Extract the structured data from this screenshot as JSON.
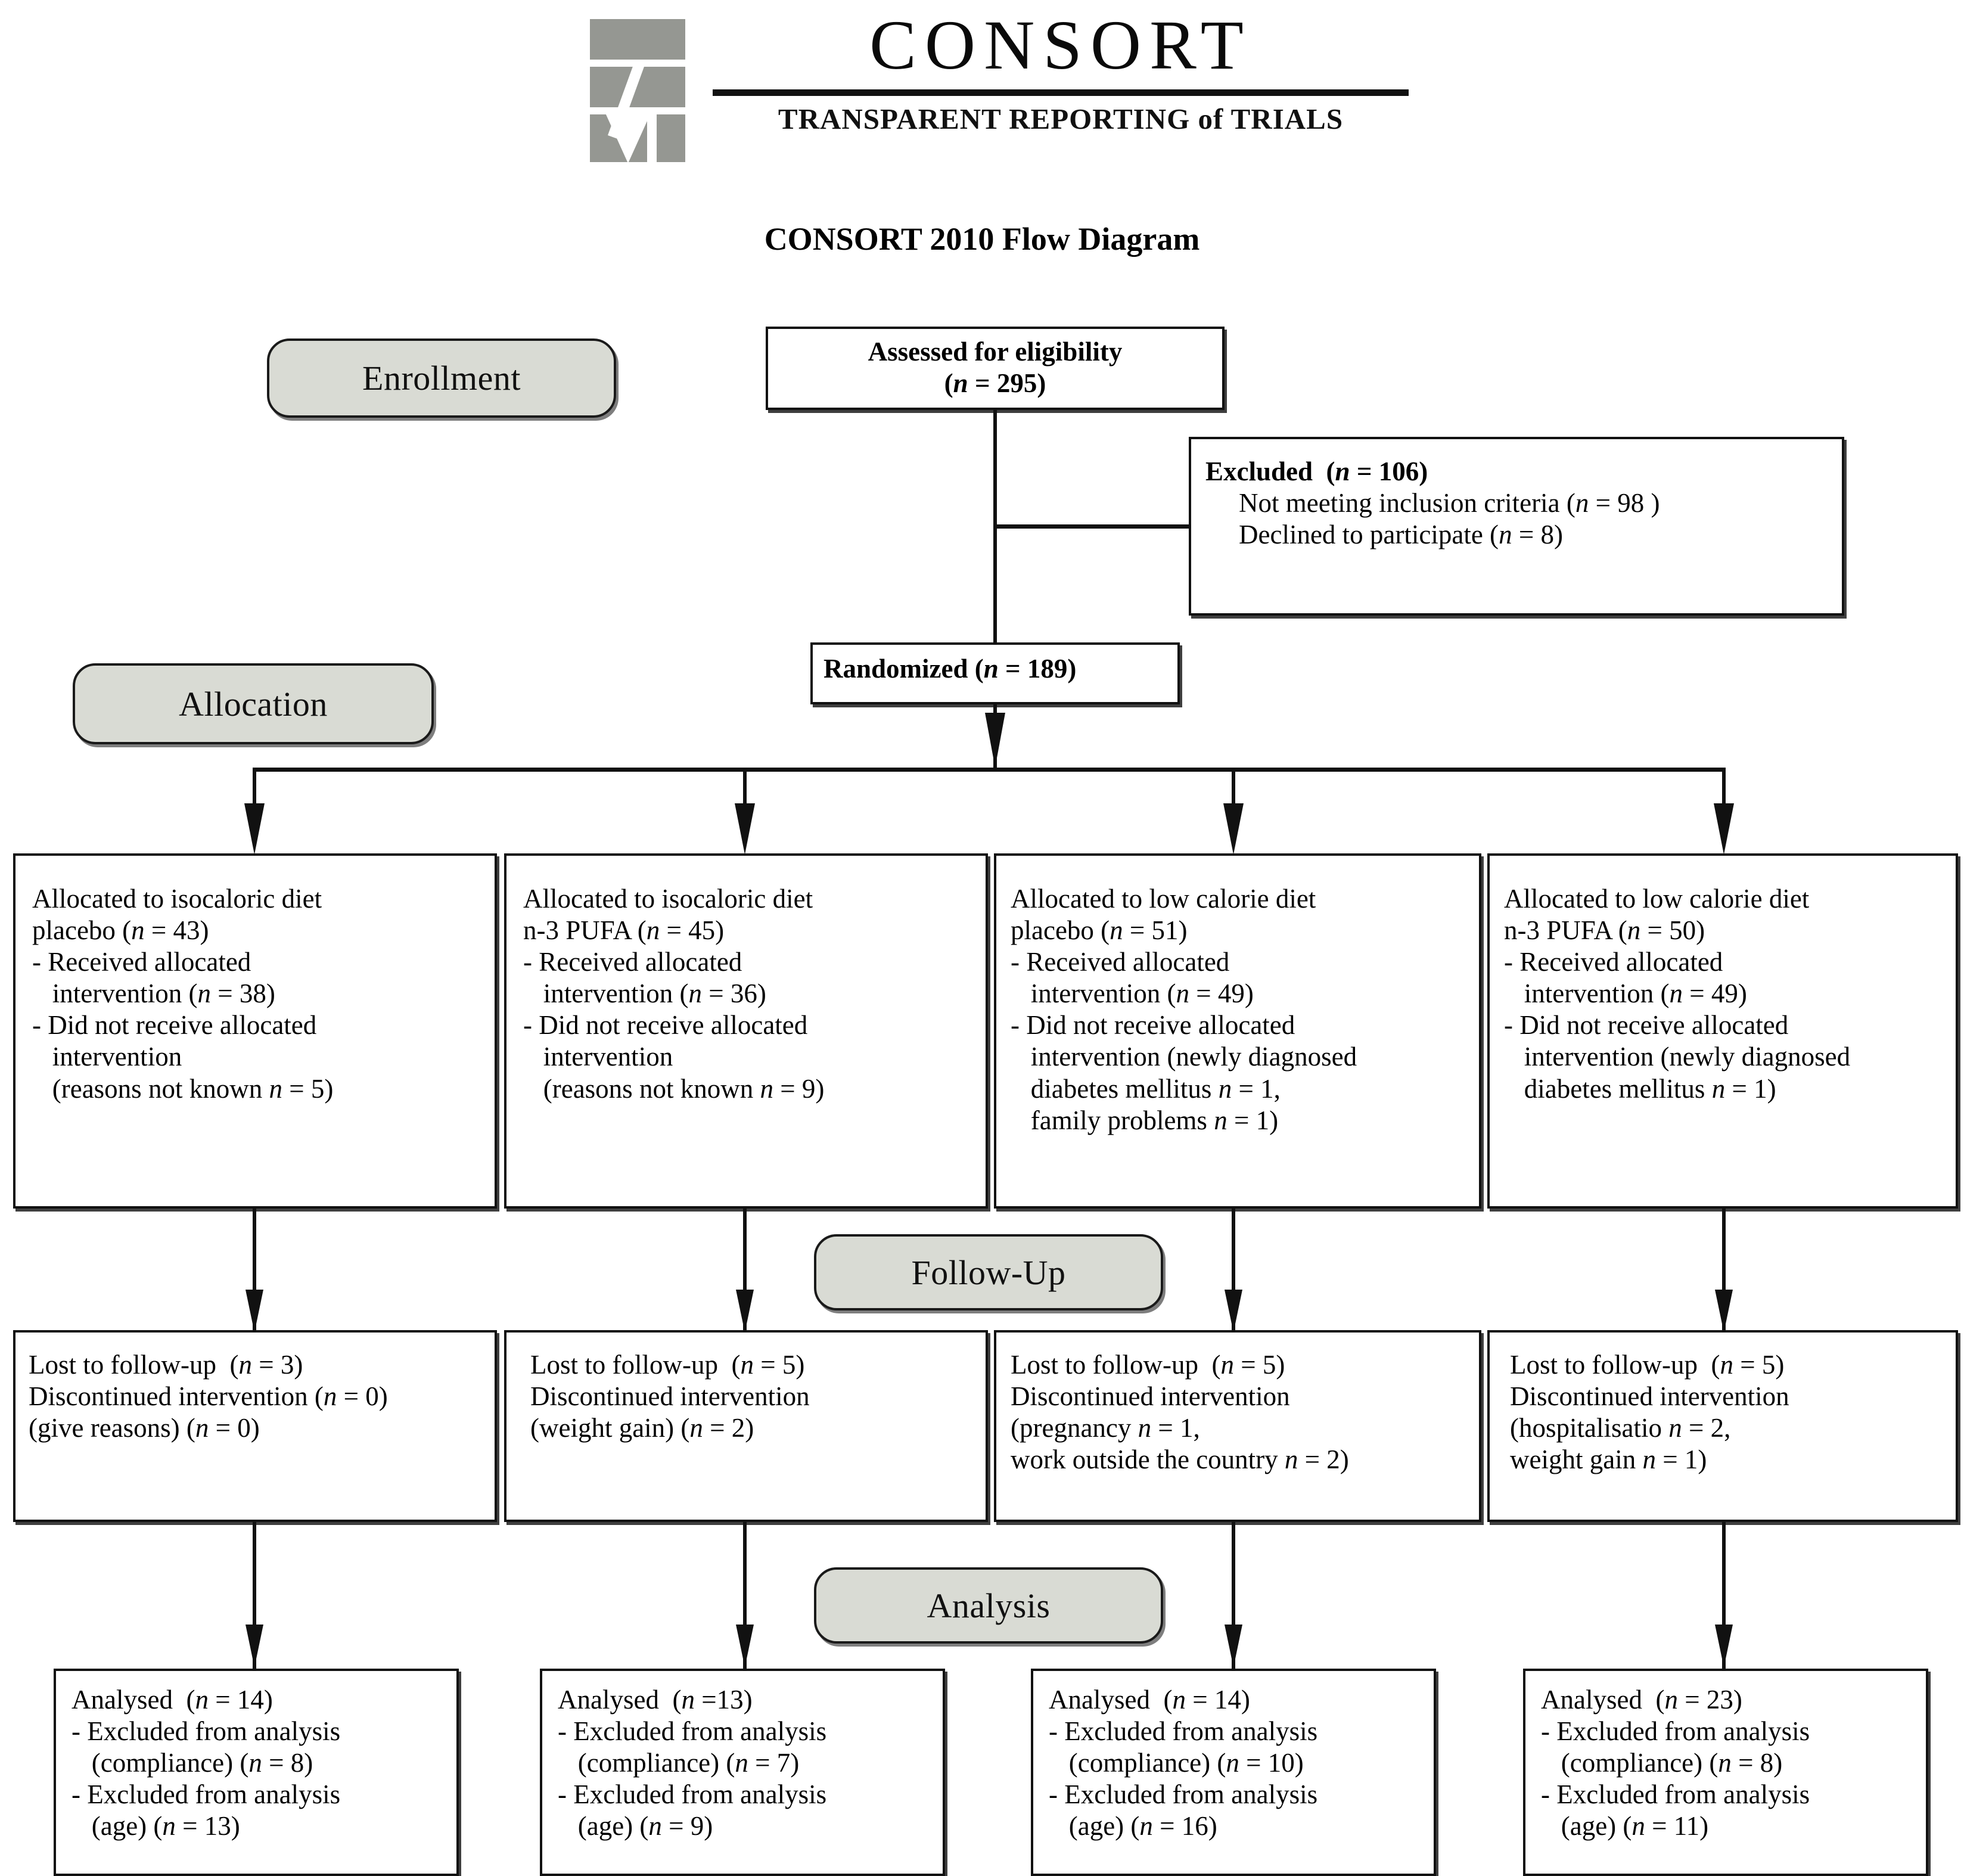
{
  "logo": {
    "title": "CONSORT",
    "subtitle": "TRANSPARENT REPORTING of TRIALS",
    "mark_color": "#959792"
  },
  "diagram": {
    "title": "CONSORT 2010 Flow Diagram",
    "phases": {
      "enrollment": "Enrollment",
      "allocation": "Allocation",
      "followup": "Follow-Up",
      "analysis": "Analysis"
    }
  },
  "enrollment": {
    "assessed": {
      "line1": "Assessed for eligibility",
      "line2": "(n = 295)",
      "n": 295
    },
    "excluded": {
      "line1": "Excluded  (n = 106)",
      "line2": "Not meeting inclusion criteria (n = 98 )",
      "line3": "Declined to participate (n = 8)",
      "n_total": 106,
      "n_not_meeting": 98,
      "n_declined": 8
    },
    "randomized": {
      "line1": "Randomized (n = 189)",
      "n": 189
    }
  },
  "allocation": [
    {
      "line1": "Allocated to isocaloric diet",
      "line2": "placebo (n = 43)",
      "line3": "- Received allocated",
      "line4": "   intervention (n = 38)",
      "line5": "- Did not receive allocated",
      "line6": "   intervention",
      "line7": "   (reasons not known n = 5)",
      "n_allocated": 43,
      "n_received": 38,
      "n_not_received": 5
    },
    {
      "line1": "Allocated to isocaloric diet",
      "line2": "n-3 PUFA (n = 45)",
      "line3": "- Received allocated",
      "line4": "   intervention (n = 36)",
      "line5": "- Did not receive allocated",
      "line6": "   intervention",
      "line7": "   (reasons not known n = 9)",
      "n_allocated": 45,
      "n_received": 36,
      "n_not_received": 9
    },
    {
      "line1": "Allocated to low calorie diet",
      "line2": "placebo (n = 51)",
      "line3": "- Received allocated",
      "line4": "   intervention (n = 49)",
      "line5": "- Did not receive allocated",
      "line6": "   intervention (newly diagnosed",
      "line7": "   diabetes mellitus n = 1,",
      "line8": "   family problems n = 1)",
      "n_allocated": 51,
      "n_received": 49,
      "n_diabetes": 1,
      "n_family": 1
    },
    {
      "line1": "Allocated to low calorie diet",
      "line2": "n-3 PUFA (n = 50)",
      "line3": "- Received allocated",
      "line4": "   intervention (n = 49)",
      "line5": "- Did not receive allocated",
      "line6": "   intervention (newly diagnosed",
      "line7": "   diabetes mellitus n = 1)",
      "n_allocated": 50,
      "n_received": 49,
      "n_diabetes": 1
    }
  ],
  "followup": [
    {
      "line1": "Lost to follow-up  (n = 3)",
      "line2": "Discontinued intervention (n = 0)",
      "line3": "(give reasons) (n = 0)",
      "n_lost": 3,
      "n_discontinued": 0
    },
    {
      "line1": "Lost to follow-up  (n = 5)",
      "line2": "Discontinued intervention",
      "line3": "(weight gain) (n = 2)",
      "n_lost": 5,
      "n_weight_gain": 2
    },
    {
      "line1": "Lost to follow-up  (n = 5)",
      "line2": "Discontinued intervention",
      "line3": "(pregnancy n = 1,",
      "line4": "work outside the country n = 2)",
      "n_lost": 5,
      "n_pregnancy": 1,
      "n_work_abroad": 2
    },
    {
      "line1": "Lost to follow-up  (n = 5)",
      "line2": "Discontinued intervention",
      "line3": "(hospitalisatio n = 2,",
      "line4": "weight gain n = 1)",
      "n_lost": 5,
      "n_hospitalisation": 2,
      "n_weight_gain": 1
    }
  ],
  "analysis": [
    {
      "line1": "Analysed  (n = 14)",
      "line2": "- Excluded from analysis",
      "line3": "   (compliance) (n = 8)",
      "line4": "- Excluded from analysis",
      "line5": "   (age) (n = 13)",
      "n_analysed": 14,
      "n_excl_compliance": 8,
      "n_excl_age": 13
    },
    {
      "line1": "Analysed  (n =13)",
      "line2": "- Excluded from analysis",
      "line3": "   (compliance) (n = 7)",
      "line4": "- Excluded from analysis",
      "line5": "   (age) (n = 9)",
      "n_analysed": 13,
      "n_excl_compliance": 7,
      "n_excl_age": 9
    },
    {
      "line1": "Analysed  (n = 14)",
      "line2": "- Excluded from analysis",
      "line3": "   (compliance) (n = 10)",
      "line4": "- Excluded from analysis",
      "line5": "   (age) (n = 16)",
      "n_analysed": 14,
      "n_excl_compliance": 10,
      "n_excl_age": 16
    },
    {
      "line1": "Analysed  (n = 23)",
      "line2": "- Excluded from analysis",
      "line3": "   (compliance) (n = 8)",
      "line4": "- Excluded from analysis",
      "line5": "   (age) (n = 11)",
      "n_analysed": 23,
      "n_excl_compliance": 8,
      "n_excl_age": 11
    }
  ]
}
